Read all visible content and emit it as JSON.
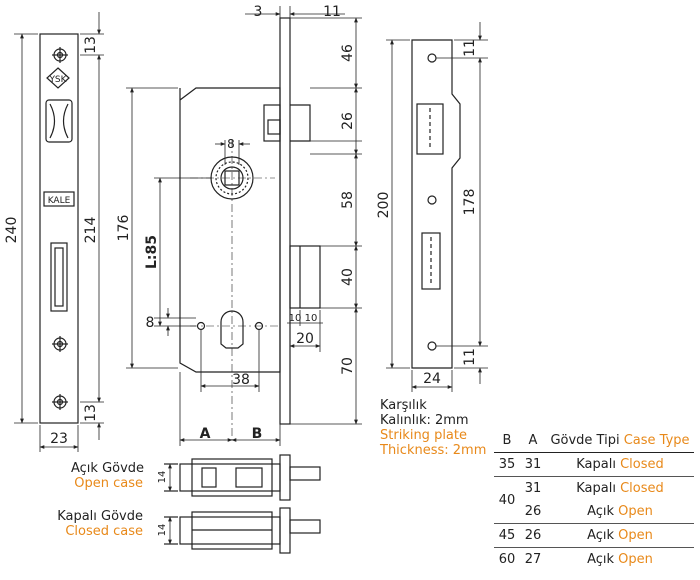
{
  "dimensions": {
    "front_total_height": "240",
    "front_inner_height": "214",
    "front_top_margin": "13",
    "front_bottom_margin": "13",
    "front_width": "23",
    "top_left": "3",
    "top_right": "11",
    "right_46": "46",
    "right_26": "26",
    "right_58": "58",
    "right_40": "40",
    "right_70": "70",
    "left_176": "176",
    "center_distance": "L:85",
    "follower_square": "8",
    "cylinder_offset": "8",
    "bolt_10a": "10",
    "bolt_10b": "10",
    "bolt_20": "20",
    "hole_spacing": "38",
    "backset_a": "A",
    "backset_b": "B",
    "strike_height": "200",
    "strike_inner": "178",
    "strike_top": "11",
    "strike_bottom": "11",
    "strike_width": "24",
    "case_depth_open": "14",
    "case_depth_closed": "14"
  },
  "logos": {
    "ysk": "YSK",
    "kale": "KALE"
  },
  "labels": {
    "open_case_tr": "Açık Gövde",
    "open_case_en": "Open case",
    "closed_case_tr": "Kapalı Gövde",
    "closed_case_en": "Closed case",
    "strike_tr_1": "Karşılık",
    "strike_tr_2": "Kalınlık: 2mm",
    "strike_en_1": "Striking plate",
    "strike_en_2": "Thickness: 2mm"
  },
  "table": {
    "headers": {
      "b": "B",
      "a": "A",
      "type_tr": "Gövde Tipi",
      "type_en": "Case Type"
    },
    "rows": [
      {
        "b": "35",
        "a": "31",
        "type_tr": "Kapalı",
        "type_en": "Closed"
      },
      {
        "b": "40",
        "a": "31",
        "type_tr": "Kapalı",
        "type_en": "Closed"
      },
      {
        "b": "",
        "a": "26",
        "type_tr": "Açık",
        "type_en": "Open"
      },
      {
        "b": "45",
        "a": "26",
        "type_tr": "Açık",
        "type_en": "Open"
      },
      {
        "b": "60",
        "a": "27",
        "type_tr": "Açık",
        "type_en": "Open"
      }
    ]
  },
  "colors": {
    "line": "#222222",
    "accent": "#e8891a",
    "fill": "#ffffff"
  }
}
